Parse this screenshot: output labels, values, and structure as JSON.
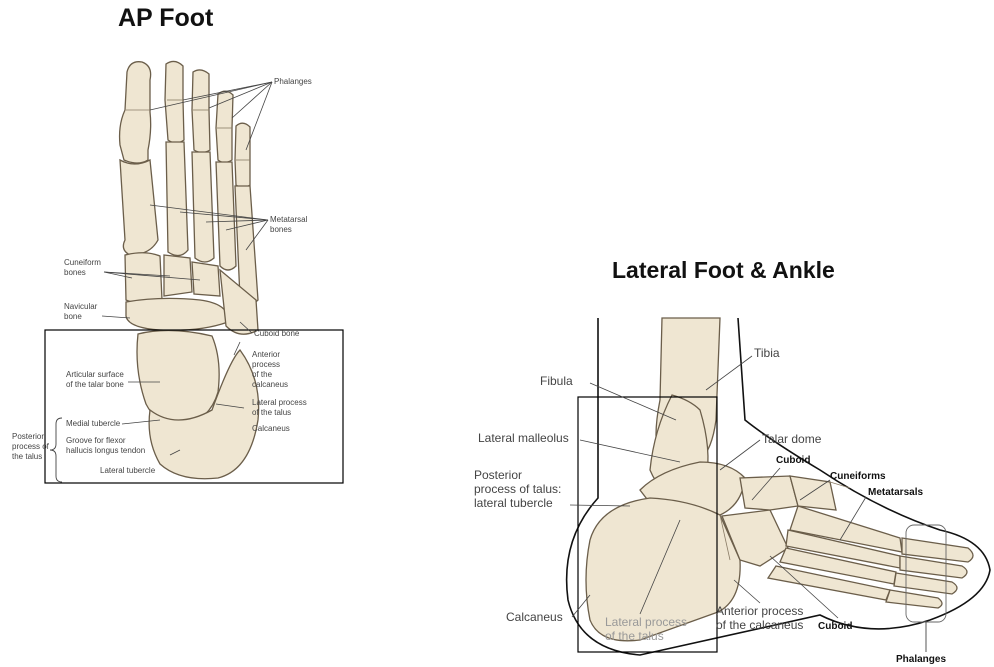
{
  "ap_foot": {
    "title": "AP Foot",
    "labels": {
      "phalanges": "Phalanges",
      "metatarsal": "Metatarsal",
      "metatarsal_2": "bones",
      "cuneiform": "Cuneiform",
      "cuneiform_2": "bones",
      "navicular": "Navicular",
      "navicular_2": "bone",
      "cuboid": "Cuboid bone",
      "anterior": "Anterior",
      "anterior_2": "process",
      "anterior_3": "of the",
      "anterior_4": "calcaneus",
      "articular": "Articular surface",
      "articular_2": "of the talar bone",
      "lateral_process": "Lateral process",
      "lateral_process_2": "of the talus",
      "calcaneus": "Calcaneus",
      "medial_tubercle": "Medial tubercle",
      "groove": "Groove for flexor",
      "groove_2": "hallucis longus tendon",
      "lateral_tubercle": "Lateral tubercle",
      "posterior": "Posterior",
      "posterior_2": "process of",
      "posterior_3": "the talus"
    }
  },
  "lateral_foot": {
    "title": "Lateral Foot & Ankle",
    "labels": {
      "tibia": "Tibia",
      "fibula": "Fibula",
      "lateral_malleolus": "Lateral malleolus",
      "talar_dome": "Talar dome",
      "cuboid_top": "Cuboid",
      "cuneiforms": "Cuneiforms",
      "metatarsals": "Metatarsals",
      "posterior": "Posterior",
      "posterior_2": "process of talus:",
      "posterior_3": "lateral tubercle",
      "calcaneus": "Calcaneus",
      "lateral_process": "Lateral process",
      "lateral_process_2": "of the talus",
      "anterior": "Anterior process",
      "anterior_2": "of the calcaneus",
      "cuboid_bottom": "Cuboid",
      "phalanges": "Phalanges"
    }
  }
}
